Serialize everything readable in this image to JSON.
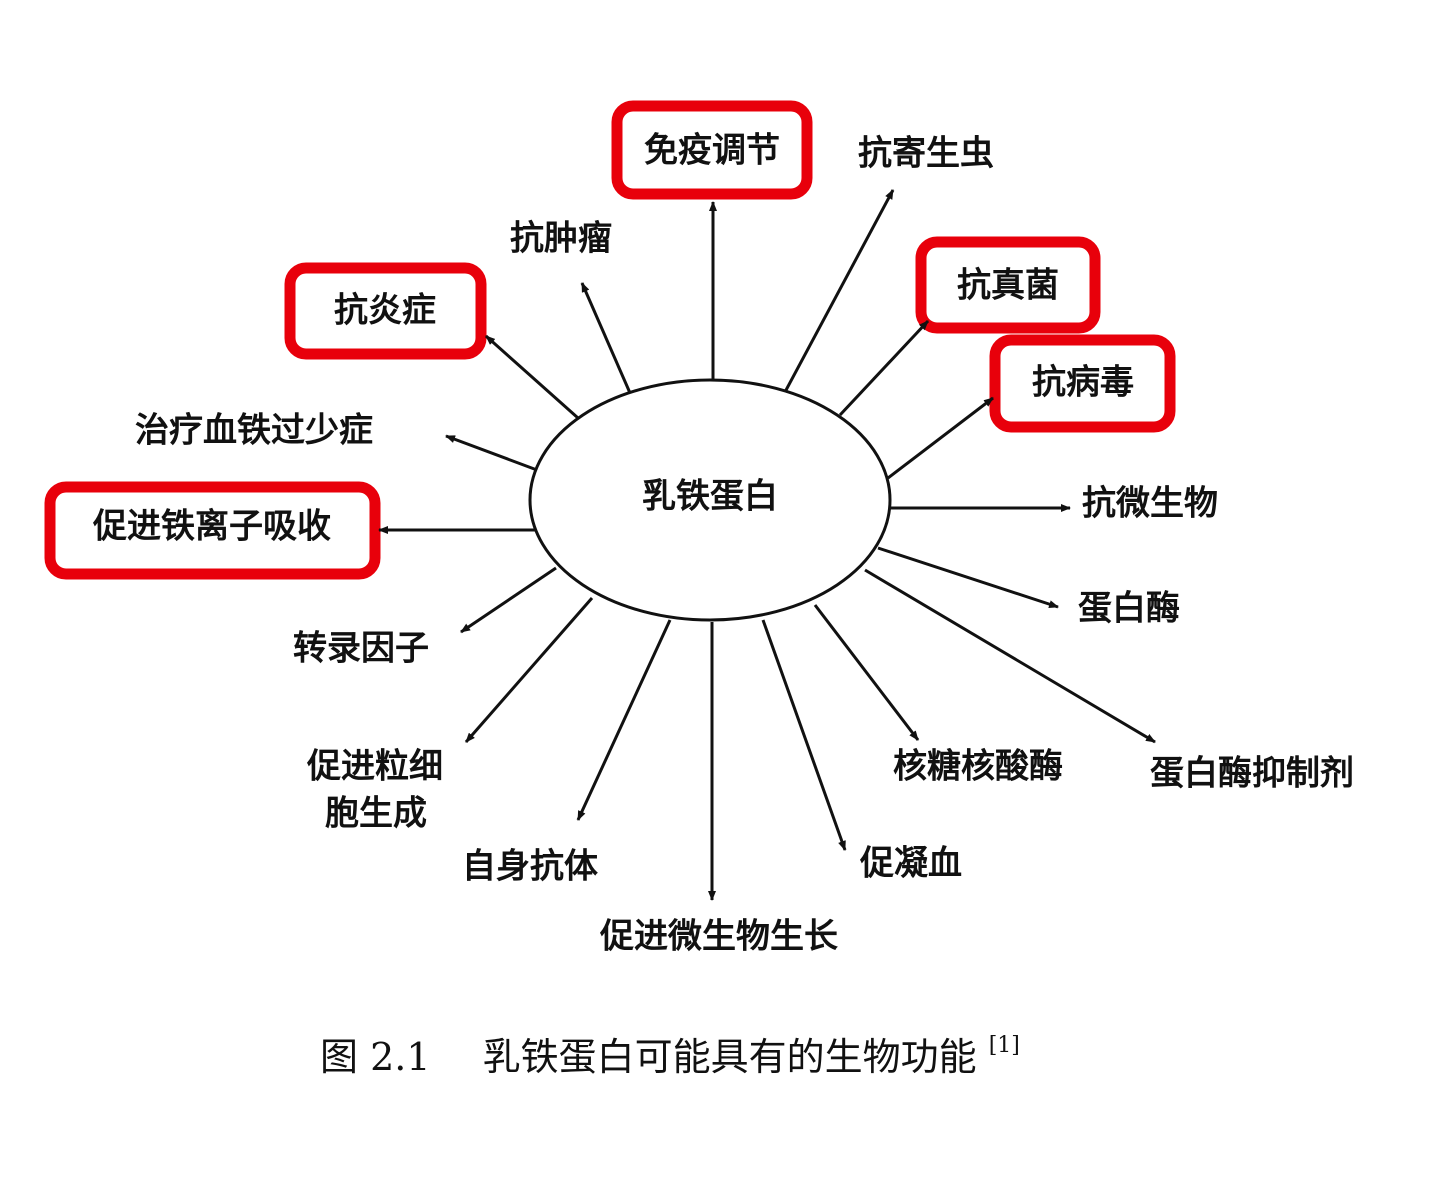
{
  "center": "乳铁蛋白",
  "nodes": {
    "immune": "免疫调节",
    "antiparasite": "抗寄生虫",
    "antitumor": "抗肿瘤",
    "antifungal": "抗真菌",
    "antiinflammatory": "抗炎症",
    "antiviral": "抗病毒",
    "hypoferremia": "治疗血铁过少症",
    "antimicrobial": "抗微生物",
    "iron_absorption": "促进铁离子吸收",
    "protease": "蛋白酶",
    "transcription": "转录因子",
    "protease_inhibitor": "蛋白酶抑制剂",
    "granulocyte_1": "促进粒细",
    "granulocyte_2": "胞生成",
    "rnase": "核糖核酸酶",
    "autoantibody": "自身抗体",
    "coagulation": "促凝血",
    "microbe_growth": "促进微生物生长"
  },
  "highlight_color": "#e8000b",
  "caption": {
    "label": "图 2.1",
    "text": "乳铁蛋白可能具有的生物功能",
    "ref": "[1]"
  }
}
